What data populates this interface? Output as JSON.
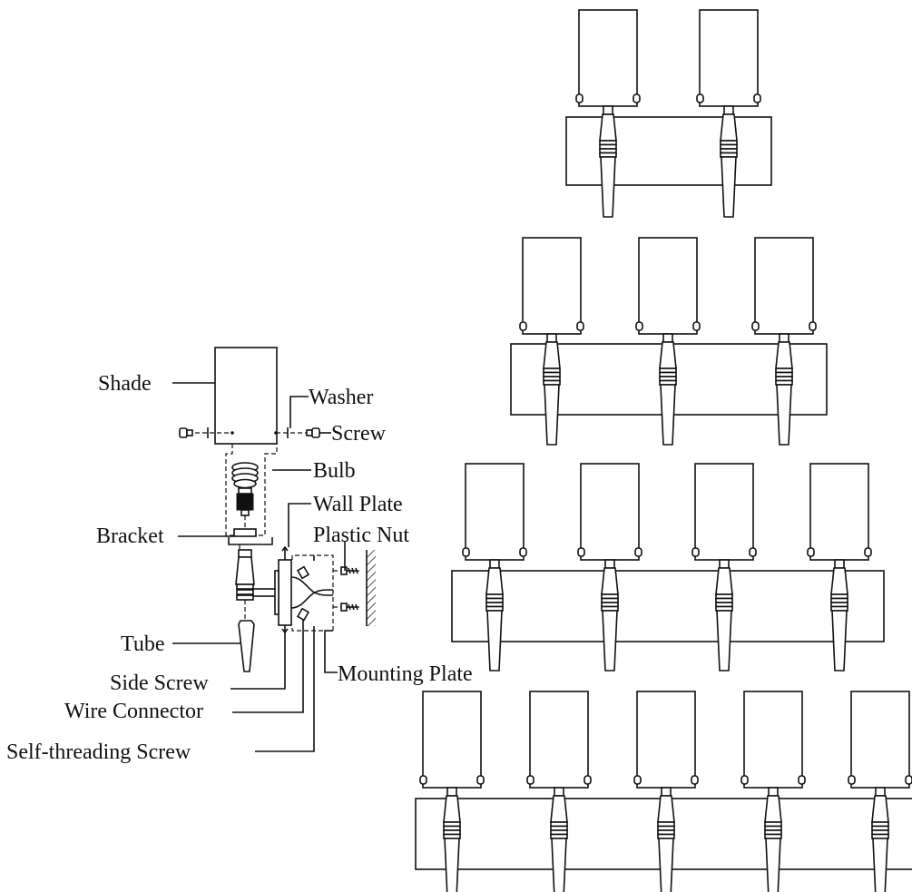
{
  "labels": {
    "shade": "Shade",
    "washer": "Washer",
    "screw": "Screw",
    "bulb": "Bulb",
    "wall_plate": "Wall Plate",
    "plastic_nut": "Plastic Nut",
    "bracket": "Bracket",
    "tube": "Tube",
    "side_screw": "Side Screw",
    "mounting_plate": "Mounting Plate",
    "wire_connector": "Wire Connector",
    "self_threading_screw": "Self-threading Screw"
  },
  "variants": [
    {
      "lights": 2
    },
    {
      "lights": 3
    },
    {
      "lights": 4
    },
    {
      "lights": 5
    }
  ],
  "colors": {
    "line": "#111111",
    "background": "#ffffff"
  }
}
